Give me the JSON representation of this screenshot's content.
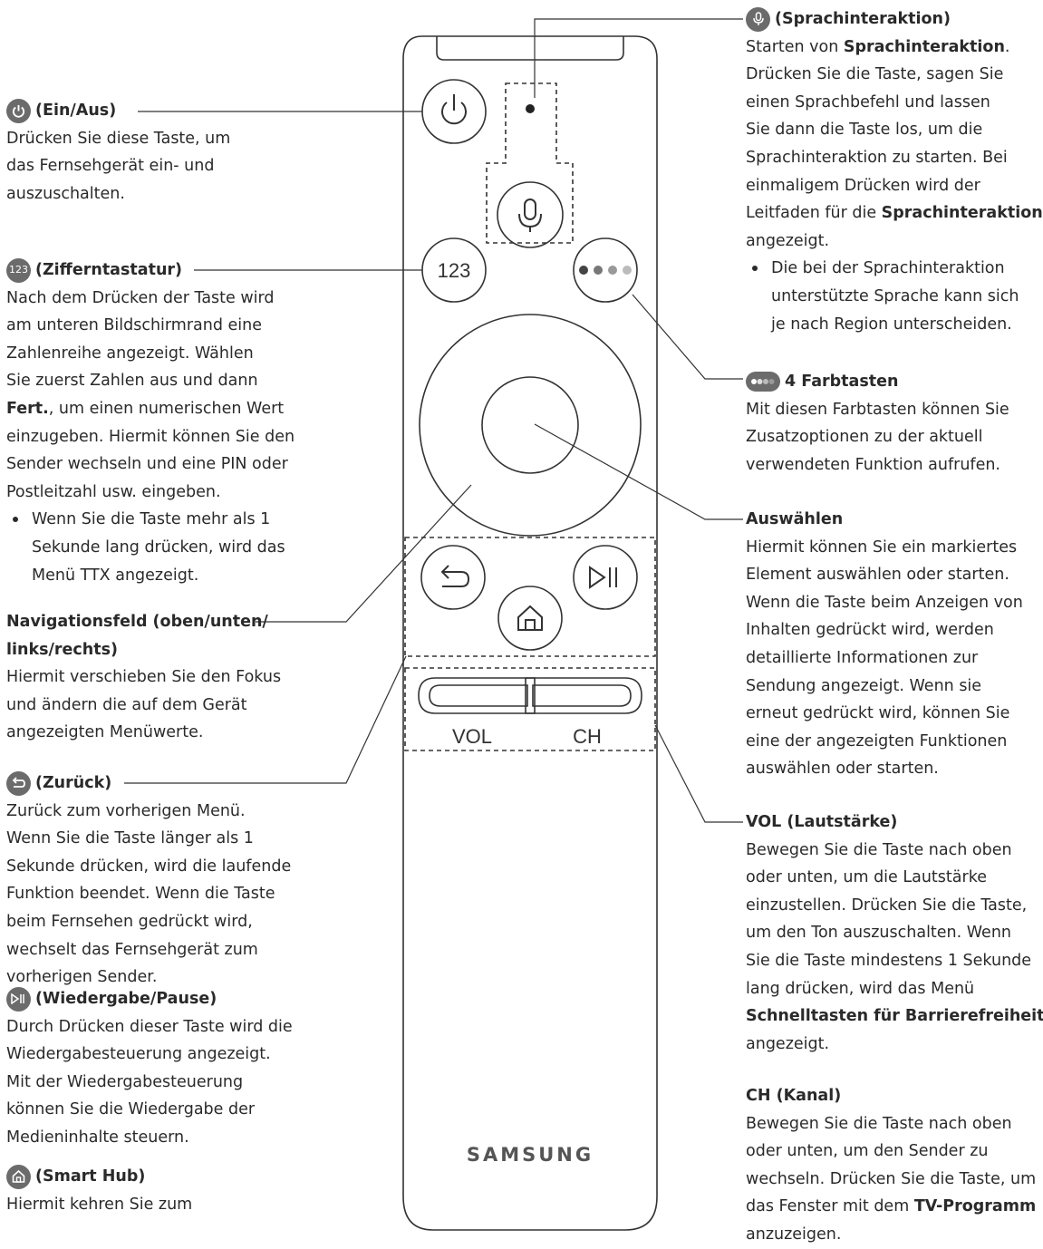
{
  "left": {
    "power": {
      "title": "(Ein/Aus)",
      "lines": [
        "Drücken Sie diese Taste, um",
        "das Fernsehgerät ein- und",
        "auszuschalten."
      ]
    },
    "numeric": {
      "icon_text": "123",
      "title": "(Zifferntastatur)",
      "l1": "Nach dem Drücken der Taste wird",
      "l2": "am unteren Bildschirmrand eine",
      "l3": "Zahlenreihe angezeigt. Wählen",
      "l4": "Sie zuerst Zahlen aus und dann",
      "l5_bold": "Fert.",
      "l5_rest": ", um einen numerischen Wert",
      "l6": "einzugeben. Hiermit können Sie den",
      "l7": "Sender wechseln und eine PIN oder",
      "l8": "Postleitzahl usw. eingeben.",
      "b1": "Wenn Sie die Taste mehr als 1",
      "b2": "Sekunde lang drücken, wird das",
      "b3": "Menü TTX angezeigt."
    },
    "nav": {
      "title1": "Navigationsfeld (oben/unten/",
      "title2": "links/rechts)",
      "lines": [
        "Hiermit verschieben Sie den Fokus",
        "und ändern die auf dem Gerät",
        "angezeigten Menüwerte."
      ]
    },
    "back": {
      "title": "(Zurück)",
      "lines": [
        "Zurück zum vorherigen Menü.",
        "Wenn Sie die Taste länger als 1",
        "Sekunde drücken, wird die laufende",
        "Funktion beendet. Wenn die Taste",
        "beim Fernsehen gedrückt wird,",
        "wechselt das Fernsehgerät zum",
        "vorherigen Sender."
      ]
    },
    "play": {
      "title": "(Wiedergabe/Pause)",
      "lines": [
        "Durch Drücken dieser Taste wird die",
        "Wiedergabesteuerung angezeigt.",
        "Mit der Wiedergabesteuerung",
        "können Sie die Wiedergabe der",
        "Medieninhalte steuern."
      ]
    },
    "smarthub": {
      "title": "(Smart Hub)",
      "lines": [
        "Hiermit kehren Sie zum"
      ]
    }
  },
  "right": {
    "voice": {
      "title": "(Sprachinteraktion)",
      "l1_pre": "Starten von ",
      "l1_bold": "Sprachinteraktion",
      "l1_post": ".",
      "l2": "Drücken Sie die Taste, sagen Sie",
      "l3": "einen Sprachbefehl und lassen",
      "l4": "Sie dann die Taste los, um die",
      "l5": "Sprachinteraktion zu starten. Bei",
      "l6": "einmaligem Drücken wird der",
      "l7_pre": "Leitfaden für die ",
      "l7_bold": "Sprachinteraktion",
      "l8": "angezeigt.",
      "b1": "Die bei der Sprachinteraktion",
      "b2": "unterstützte Sprache kann sich",
      "b3": "je nach Region unterscheiden."
    },
    "color": {
      "title": "4 Farbtasten",
      "lines": [
        "Mit diesen Farbtasten können Sie",
        "Zusatzoptionen zu der aktuell",
        "verwendeten Funktion aufrufen."
      ]
    },
    "select": {
      "title": "Auswählen",
      "lines": [
        "Hiermit können Sie ein markiertes",
        "Element auswählen oder starten.",
        "Wenn die Taste beim Anzeigen von",
        "Inhalten gedrückt wird, werden",
        "detaillierte Informationen zur",
        "Sendung angezeigt. Wenn sie",
        "erneut gedrückt wird, können Sie",
        "eine der angezeigten Funktionen",
        "auswählen oder starten."
      ]
    },
    "vol": {
      "title": "VOL (Lautstärke)",
      "lines": [
        "Bewegen Sie die Taste nach oben",
        "oder unten, um die Lautstärke",
        "einzustellen. Drücken Sie die Taste,",
        "um den Ton auszuschalten. Wenn",
        "Sie die Taste mindestens 1 Sekunde",
        "lang drücken, wird das Menü"
      ],
      "bold_line": "Schnelltasten für Barrierefreiheit",
      "last": "angezeigt."
    },
    "ch": {
      "title": "CH (Kanal)",
      "l1": "Bewegen Sie die Taste nach oben",
      "l2": "oder unten, um den Sender zu",
      "l3": "wechseln. Drücken Sie die Taste, um",
      "l4_pre": "das Fenster mit dem ",
      "l4_bold": "TV-Programm",
      "l5": "anzuzeigen."
    }
  },
  "remote": {
    "num_label": "123",
    "vol_label": "VOL",
    "ch_label": "CH",
    "brand": "SAMSUNG"
  },
  "colors": {
    "icon_bg": "#6b6b6b",
    "line": "#333333",
    "text": "#2a2a2a"
  }
}
